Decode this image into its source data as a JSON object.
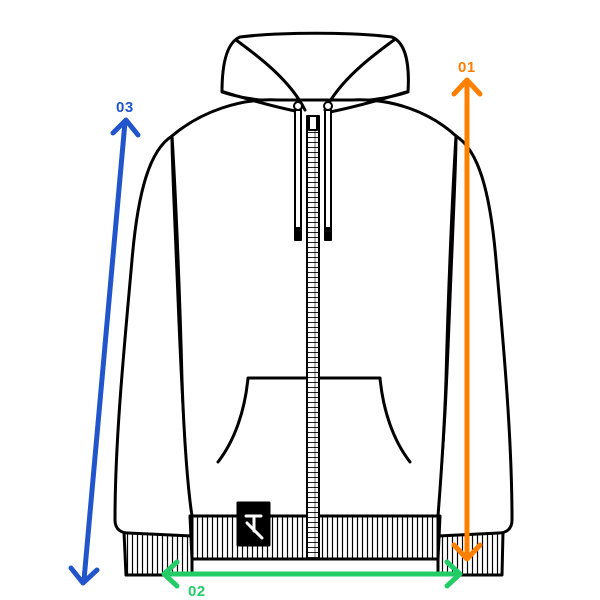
{
  "colors": {
    "outline": "#000000",
    "fill": "#ffffff",
    "measure_1": "#ff8000",
    "measure_2": "#22cc66",
    "measure_3": "#2255cc"
  },
  "measurements": [
    {
      "label": "01",
      "color": "#ff8000",
      "axis": "vertical"
    },
    {
      "label": "02",
      "color": "#22cc66",
      "axis": "horizontal"
    },
    {
      "label": "03",
      "color": "#2255cc",
      "axis": "vertical"
    }
  ],
  "garment": {
    "logo_icon": "arrow-logo-icon"
  }
}
